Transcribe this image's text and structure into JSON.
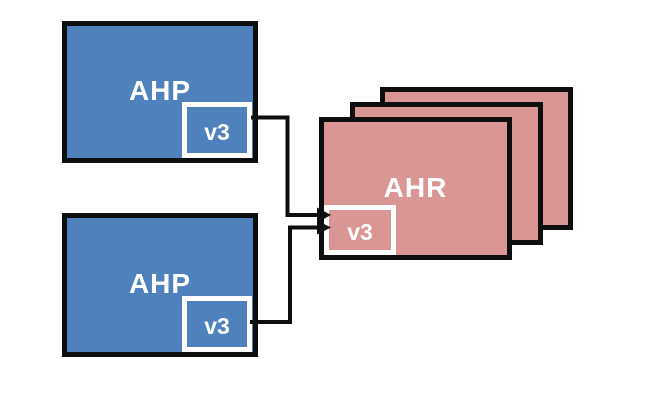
{
  "diagram": {
    "background_color": "#ffffff",
    "connector_color": "#0e0e0e",
    "box_border_color": "#0e0e0e",
    "tag_border_color": "#ffffff",
    "label_color": "#ffffff",
    "ahp_fill": "#4f81bd",
    "ahr_fill": "#d99694",
    "nodes": {
      "ahp_top": {
        "label": "AHP",
        "tag": "v3"
      },
      "ahp_bottom": {
        "label": "AHP",
        "tag": "v3"
      },
      "ahr": {
        "label": "AHR",
        "tag": "v3",
        "stack_count": "3"
      }
    },
    "connectors": [
      {
        "from": "ahp_top.v3",
        "to": "ahr.v3",
        "type": "elbow-arrow"
      },
      {
        "from": "ahp_bottom.v3",
        "to": "ahr.v3",
        "type": "elbow-arrow"
      }
    ]
  }
}
